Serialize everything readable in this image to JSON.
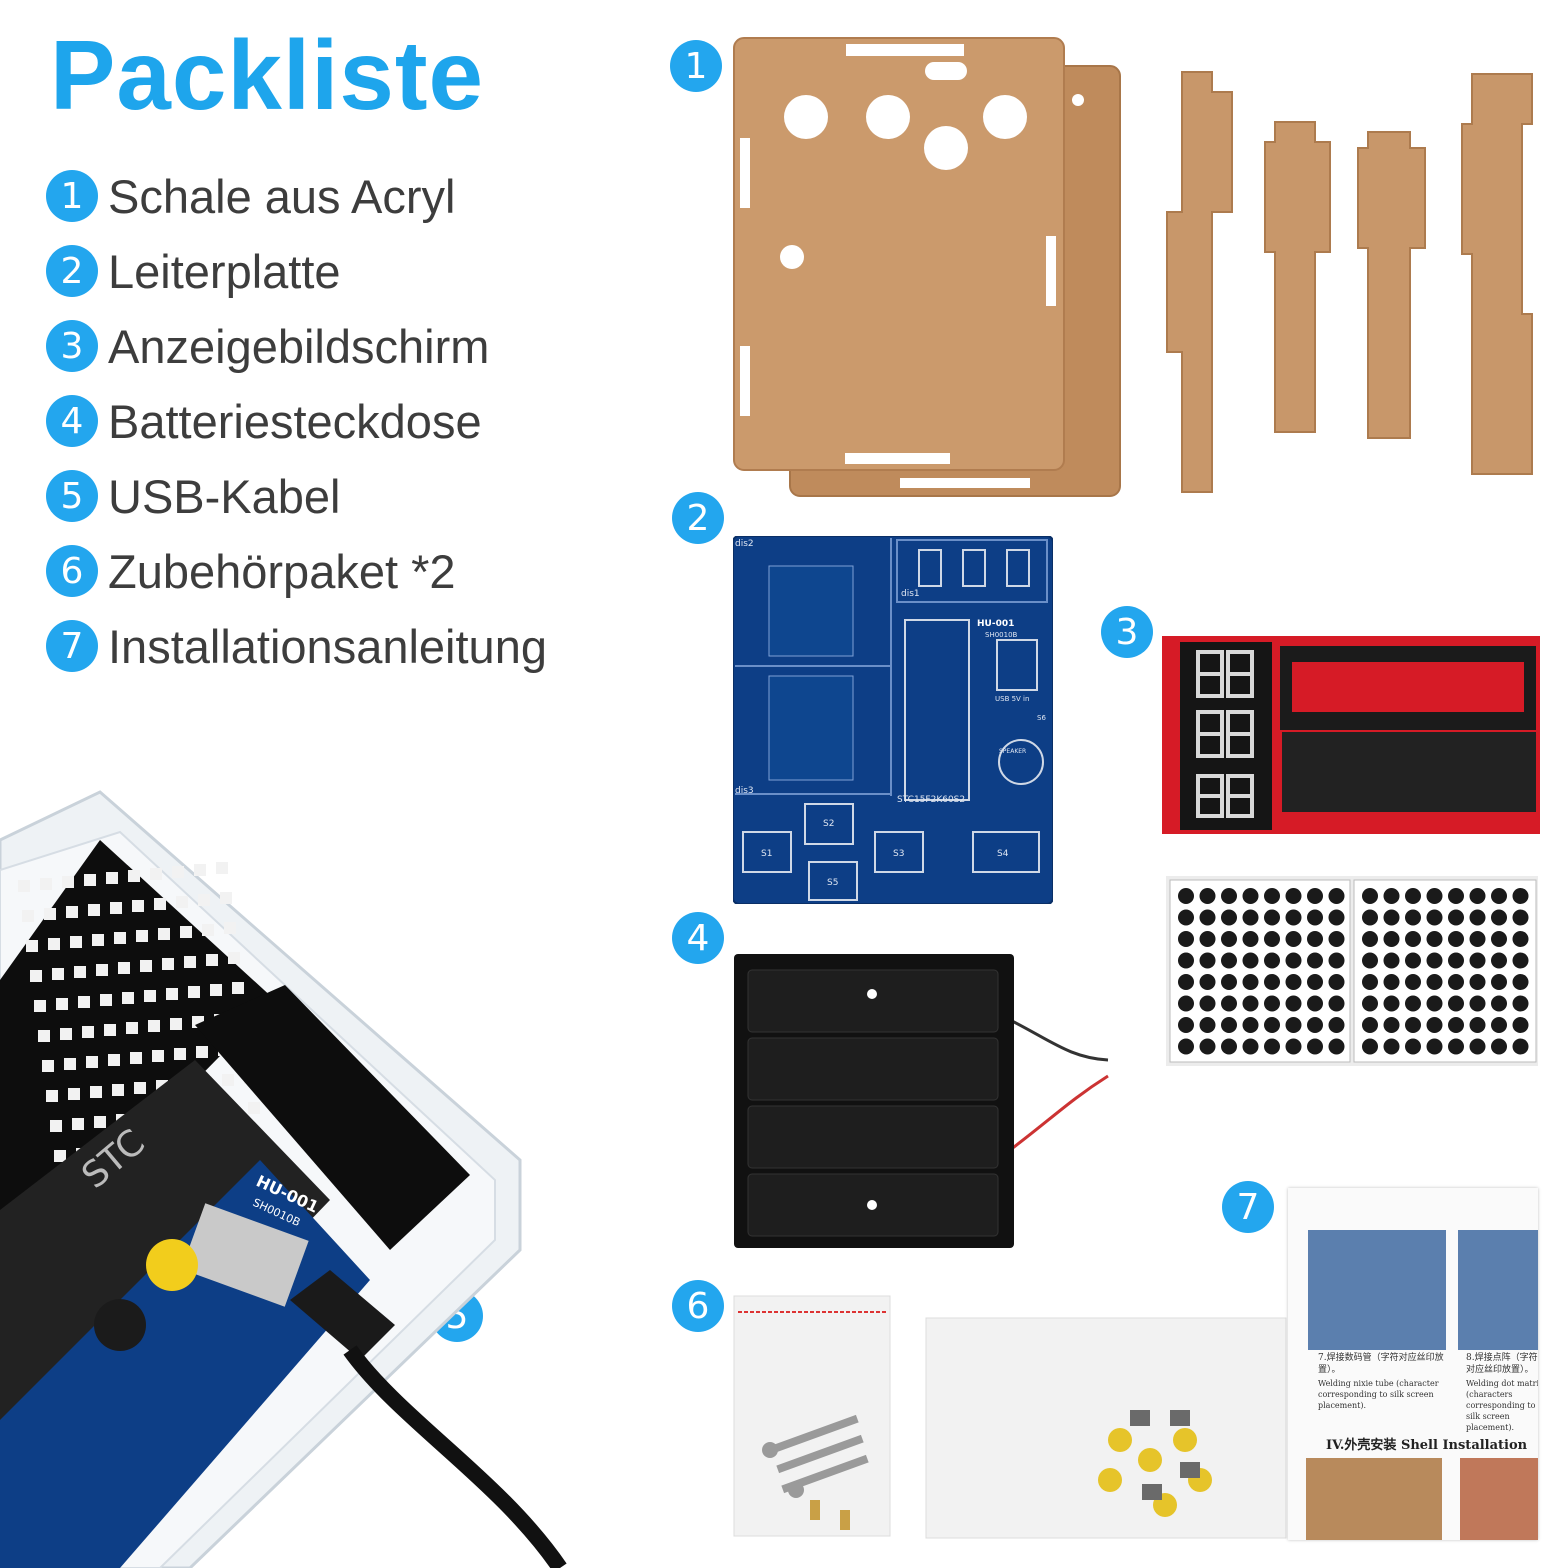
{
  "title": "Packliste",
  "items": [
    {
      "num": "1",
      "label": "Schale aus Acryl"
    },
    {
      "num": "2",
      "label": "Leiterplatte"
    },
    {
      "num": "3",
      "label": "Anzeigebildschirm"
    },
    {
      "num": "4",
      "label": "Batteriesteckdose"
    },
    {
      "num": "5",
      "label": "USB-Kabel"
    },
    {
      "num": "6",
      "label": "Zubehörpaket *2"
    },
    {
      "num": "7",
      "label": "Installationsanleitung"
    }
  ],
  "photo_badges": [
    "1",
    "2",
    "3",
    "4",
    "5",
    "6",
    "7"
  ],
  "pcb_text": {
    "dis2": "dis2",
    "dis1": "dis1",
    "dis3": "dis3",
    "board": "HU-001",
    "board_code": "SH0010B",
    "usb": "USB 5V in",
    "mcu": "STC15F2K60S2",
    "speaker": "SPEAKER",
    "s1": "S1",
    "s2": "S2",
    "s3": "S3",
    "s4": "S4",
    "s5": "S5",
    "s6": "S6"
  },
  "manual_text": {
    "step7_cn": "7.焊接数码管（字符对应丝印放置）。",
    "step7_en": "Welding nixie tube (character corresponding to silk screen placement).",
    "step8_cn": "8.焊接点阵（字符对应丝印放置）。",
    "step8_en": "Welding dot matrix (characters corresponding to silk screen placement).",
    "section": "IV.外壳安装 Shell Installation"
  },
  "device_text": {
    "mcu_brand": "STC",
    "board": "HU-001",
    "board_code": "SH0010B"
  },
  "colors": {
    "accent": "#1ea5ec",
    "acrylic": "#c8976a",
    "pcb": "#0d3e86",
    "red": "#d61b26"
  }
}
